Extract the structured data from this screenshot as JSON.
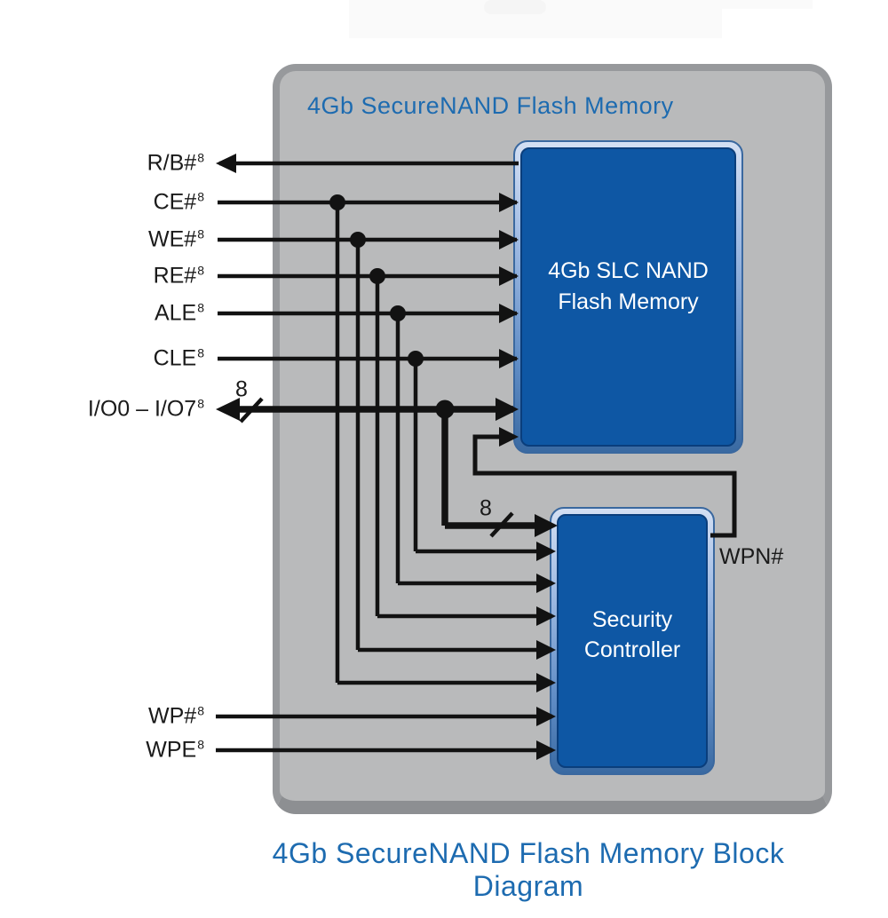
{
  "panel": {
    "title": "4Gb SecureNAND Flash Memory"
  },
  "caption": "4Gb SecureNAND Flash Memory Block Diagram",
  "blocks": {
    "nand": {
      "line1": "4Gb SLC NAND",
      "line2": "Flash Memory"
    },
    "security_controller": {
      "line1": "Security",
      "line2": "Controller"
    }
  },
  "signals": [
    {
      "name": "R/B#",
      "sup": "8",
      "direction": "output"
    },
    {
      "name": "CE#",
      "sup": "8",
      "direction": "input"
    },
    {
      "name": "WE#",
      "sup": "8",
      "direction": "input"
    },
    {
      "name": "RE#",
      "sup": "8",
      "direction": "input"
    },
    {
      "name": "ALE",
      "sup": "8",
      "direction": "input"
    },
    {
      "name": "CLE",
      "sup": "8",
      "direction": "input"
    },
    {
      "name": "I/O0 – I/O7",
      "sup": "8",
      "direction": "bidirectional"
    },
    {
      "name": "WP#",
      "sup": "8",
      "direction": "input"
    },
    {
      "name": "WPE",
      "sup": "8",
      "direction": "input"
    }
  ],
  "wpn_label": "WPN#",
  "bus_width_label": "8",
  "colors": {
    "panel_fill": "#b9babb",
    "panel_border": "#97999c",
    "block_fill": "#0e57a4",
    "heading_blue": "#1d6bb0",
    "wire_black": "#121212"
  }
}
